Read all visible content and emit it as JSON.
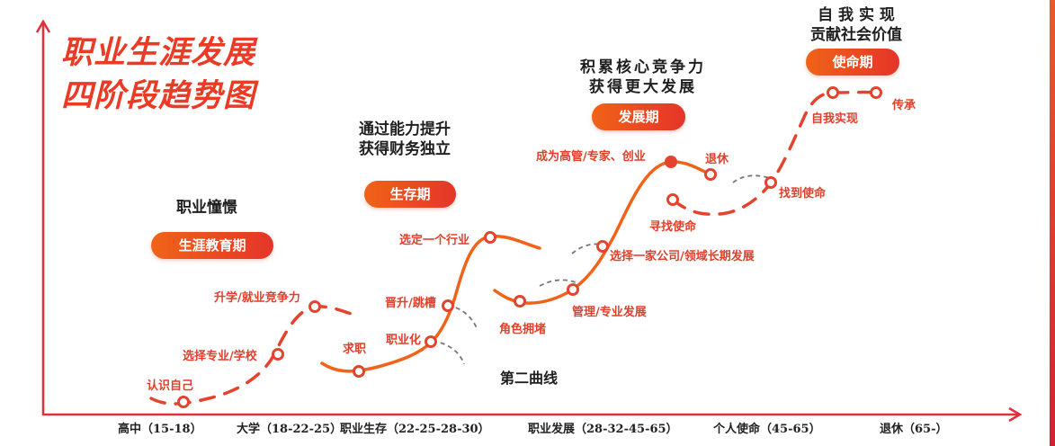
{
  "title": {
    "line1": "职业生涯发展",
    "line2": "四阶段趋势图"
  },
  "colors": {
    "accent": "#ea3b26",
    "curve": "#f06318",
    "axis": "#e0303a",
    "pill_start": "#f06318",
    "pill_end": "#e5352a",
    "text": "#1f1f1f"
  },
  "stages": [
    {
      "name": "生涯教育期",
      "desc_lines": [
        "职业憧憬"
      ]
    },
    {
      "name": "生存期",
      "desc_lines": [
        "通过能力提升",
        "获得财务独立"
      ]
    },
    {
      "name": "发展期",
      "desc_lines": [
        "积累核心竞争力",
        "获得更大发展"
      ]
    },
    {
      "name": "使命期",
      "desc_lines": [
        "自 我 实 现",
        "贡献社会价值"
      ]
    }
  ],
  "points": {
    "p1": "认识自己",
    "p2": "选择专业/学校",
    "p3": "升学/就业竞争力",
    "p4": "求职",
    "p5": "职业化",
    "p6": "晋升/跳槽",
    "p7": "选定一个行业",
    "p8": "角色拥堵",
    "p9": "管理/专业发展",
    "p10": "选择一家公司/领域长期发展",
    "p11": "成为高管/专家、创业",
    "p12": "退休",
    "p13": "寻找使命",
    "p14": "找到使命",
    "p15": "自我实现",
    "p16": "传承"
  },
  "second_curve_label": "第二曲线",
  "x_axis": [
    "高中（15-18）",
    "大学（18-22-25）",
    "职业生存（22-25-28-30）",
    "职业发展（28-32-45-65）",
    "个人使命（45-65）",
    "退休（65-）"
  ],
  "chart_data": {
    "type": "line",
    "title": "职业生涯发展四阶段趋势图",
    "xlabel": "",
    "ylabel": "",
    "categories": [
      "高中（15-18）",
      "大学（18-22-25）",
      "职业生存（22-25-28-30）",
      "职业发展（28-32-45-65）",
      "个人使命（45-65）",
      "退休（65-）"
    ],
    "phases": [
      "生涯教育期",
      "生存期",
      "发展期",
      "使命期"
    ],
    "series": [
      {
        "name": "生涯教育期",
        "style": "dashed",
        "points": [
          "认识自己",
          "选择专业/学校",
          "升学/就业竞争力"
        ]
      },
      {
        "name": "生存期",
        "style": "solid",
        "points": [
          "求职",
          "职业化",
          "晋升/跳槽",
          "选定一个行业"
        ]
      },
      {
        "name": "发展期",
        "style": "solid",
        "points": [
          "角色拥堵",
          "管理/专业发展",
          "选择一家公司/领域长期发展",
          "成为高管/专家、创业",
          "退休"
        ]
      },
      {
        "name": "使命期",
        "style": "dashed",
        "points": [
          "寻找使命",
          "找到使命",
          "自我实现",
          "传承"
        ]
      }
    ],
    "annotations": [
      "第二曲线"
    ],
    "grid": false,
    "legend": "none"
  }
}
